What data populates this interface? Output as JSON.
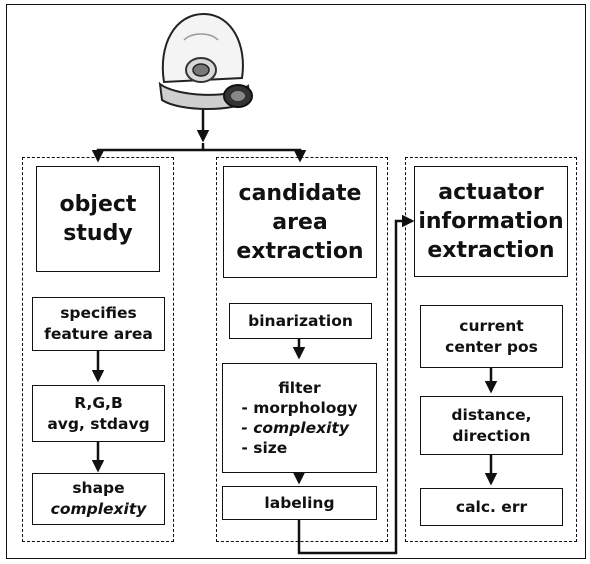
{
  "columns": {
    "object_study": {
      "title": "object\nstudy",
      "steps": [
        {
          "lines": [
            "specifies",
            "feature area"
          ]
        },
        {
          "lines": [
            "R,G,B",
            "avg, stdavg"
          ]
        },
        {
          "lines": [
            "shape",
            "complexity"
          ]
        }
      ]
    },
    "candidate": {
      "title": "candidate\narea\nextraction",
      "binarization": "binarization",
      "filter": {
        "header": "filter",
        "items": [
          "- morphology",
          "- complexity",
          "- size"
        ]
      },
      "labeling": "labeling"
    },
    "actuator": {
      "title": "actuator\ninformation\nextraction",
      "steps": [
        {
          "lines": [
            "current",
            "center pos"
          ]
        },
        {
          "lines": [
            "distance,",
            "direction"
          ]
        },
        {
          "lines": [
            "calc. err"
          ]
        }
      ]
    }
  },
  "camera_icon": "robot-camera-icon",
  "colors": {
    "line": "#111111",
    "background": "#ffffff"
  }
}
